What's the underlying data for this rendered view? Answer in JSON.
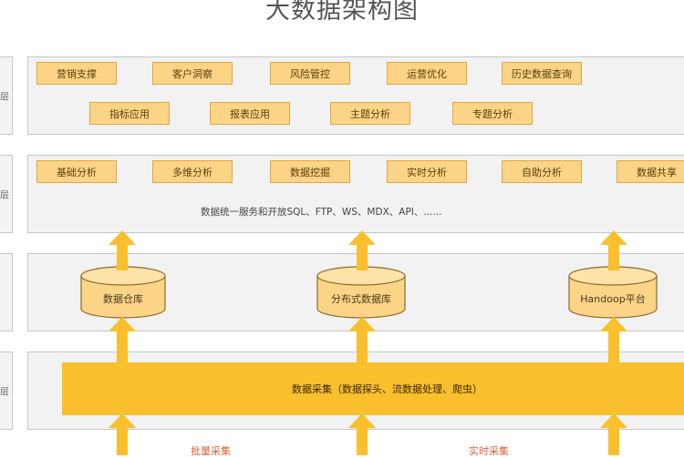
{
  "title": "大数据架构图",
  "side_labels": [
    "层",
    "层",
    "",
    "层"
  ],
  "layers": {
    "application": {
      "row1": [
        "营销支撑",
        "客户洞察",
        "风险管控",
        "运营优化",
        "历史数据查询"
      ],
      "row2": [
        "指标应用",
        "报表应用",
        "主题分析",
        "专题分析"
      ]
    },
    "analysis": {
      "items": [
        "基础分析",
        "多维分析",
        "数据挖掘",
        "实时分析",
        "自助分析",
        "数据共享"
      ],
      "service_text": "数据统一服务和开放SQL、FTP、WS、MDX、API、......"
    },
    "storage": {
      "databases": [
        "数据仓库",
        "分布式数据库",
        "Handoop平台"
      ]
    },
    "collection": {
      "band_label": "数据采集（数据探头、流数据处理、爬虫）"
    }
  },
  "bottom_labels": [
    "批量采集",
    "实时采集"
  ],
  "colors": {
    "box_fill": "#fcd487",
    "box_border": "#e1a73f",
    "arrow": "#f9bf2c",
    "layer_bg": "#f2f2f2"
  }
}
